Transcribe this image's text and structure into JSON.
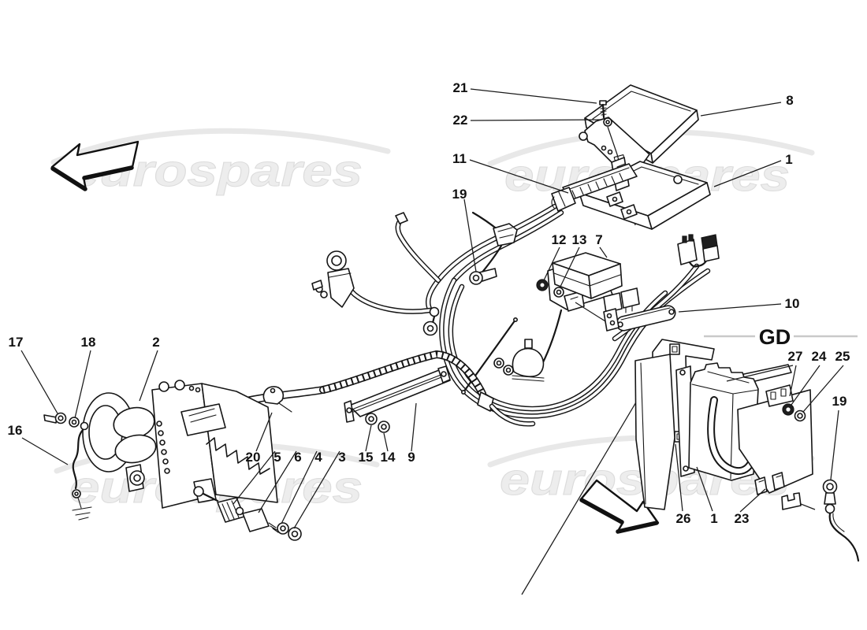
{
  "diagram": {
    "brand_watermark": "eurospares",
    "section_code": "GD",
    "colors": {
      "line": "#161616",
      "watermark": "#ededed",
      "background": "#ffffff"
    },
    "callouts": {
      "n21": "21",
      "n22": "22",
      "n8": "8",
      "n11": "11",
      "n1_top": "1",
      "n19_left": "19",
      "n12": "12",
      "n13": "13",
      "n7": "7",
      "n10": "10",
      "n17": "17",
      "n18": "18",
      "n2": "2",
      "n16": "16",
      "n20": "20",
      "n5": "5",
      "n6": "6",
      "n4": "4",
      "n3": "3",
      "n15": "15",
      "n14": "14",
      "n9": "9",
      "n27": "27",
      "n24": "24",
      "n25": "25",
      "n19_right": "19",
      "n26": "26",
      "n1_bottom": "1",
      "n23": "23"
    }
  }
}
